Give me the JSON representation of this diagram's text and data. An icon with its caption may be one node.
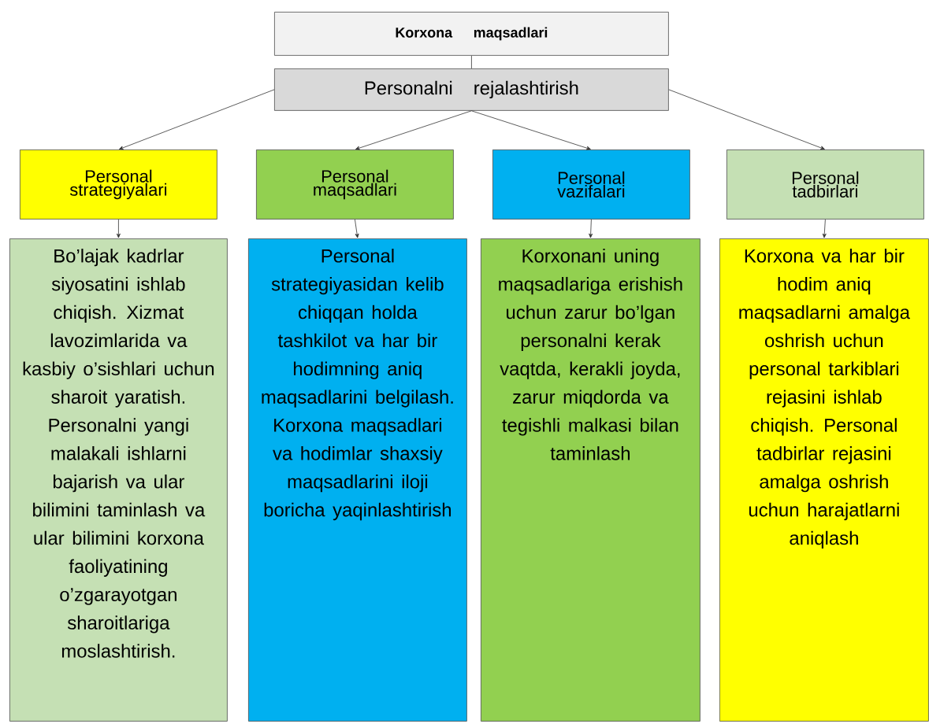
{
  "diagram": {
    "nodes": [
      {
        "text": [
          "Korxona maqsadlari"
        ]
      },
      {
        "text": [
          "Personalni rejalashtirish"
        ]
      },
      {
        "text": [
          "Personal strategiyalari"
        ]
      },
      {
        "text": [
          "Personal maqsadlari"
        ]
      },
      {
        "text": [
          "Personal vazifalari"
        ]
      },
      {
        "text": [
          "Personal tadbirlari"
        ]
      },
      {
        "text": [
          "Bo’lajak kadrlar siyosatini ishlab chiqish. Xizmat lavozimlarida va kasbiy o’sishlari uchun sharoit yaratish. Personalni yangi malakali ishlarni bajarish va ular bilimini taminlash va ular bilimini korxona faoliyatining o’zgarayotgan sharoitlariga moslashtirish."
        ]
      },
      {
        "text": [
          "Personal strategiyasidan kelib chiqqan holda tashkilot va har bir hodimning aniq maqsadlarini belgilash. Korxona maqsadlari va hodimlar shaxsiy maqsadlarini iloji boricha yaqinlashtirish"
        ]
      },
      {
        "text": [
          "Korxonani uning maqsadlariga erishish uchun zarur bo’lgan personalni kerak vaqtda, kerakli joyda, zarur miqdorda va tegishli malkasi bilan taminlash"
        ]
      },
      {
        "text": [
          "Korxona va har bir hodim aniq maqsadlarni amalga oshrish uchun personal tarkiblari rejasini ishlab chiqish. Personal tadbirlar rejasini amalga oshrish uchun harajatlarni aniqlash"
        ]
      }
    ],
    "edges": [
      {
        "from": 0,
        "to": 1,
        "arrow": "none"
      },
      {
        "from": 1,
        "to": 2,
        "arrow": "to"
      },
      {
        "from": 1,
        "to": 3,
        "arrow": "to"
      },
      {
        "from": 1,
        "to": 4,
        "arrow": "to"
      },
      {
        "from": 1,
        "to": 5,
        "arrow": "to"
      },
      {
        "from": 2,
        "to": 6,
        "arrow": "to"
      },
      {
        "from": 3,
        "to": 7,
        "arrow": "to"
      },
      {
        "from": 4,
        "to": 8,
        "arrow": "to"
      },
      {
        "from": 5,
        "to": 9,
        "arrow": "to"
      }
    ]
  }
}
